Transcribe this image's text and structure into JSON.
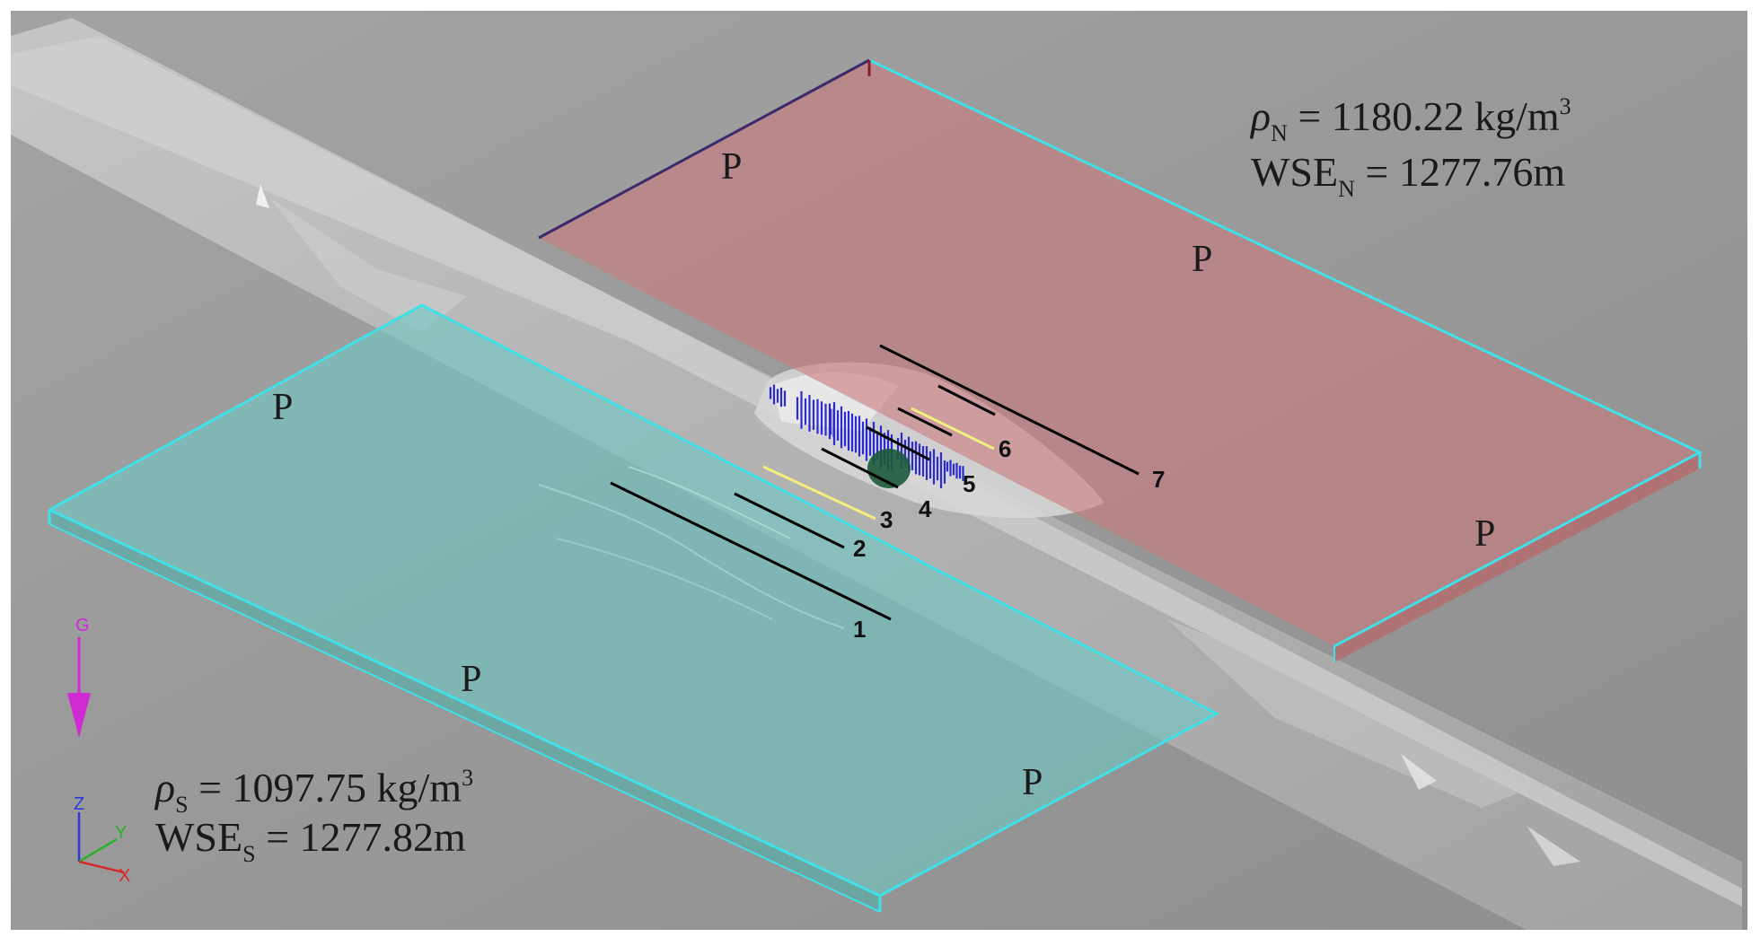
{
  "north_reservoir": {
    "density_symbol": "ρ",
    "density_subscript": "N",
    "density_value": " = 1180.22 kg/m",
    "density_superscript": "3",
    "wse_label": "WSE",
    "wse_subscript": "N",
    "wse_value": " = 1277.76m",
    "boundary_labels": [
      "P",
      "P",
      "P"
    ],
    "color": "#c97a7d"
  },
  "south_reservoir": {
    "density_symbol": "ρ",
    "density_subscript": "S",
    "density_value": " = 1097.75 kg/m",
    "density_superscript": "3",
    "wse_label": "WSE",
    "wse_subscript": "S",
    "wse_value": " = 1277.82m",
    "boundary_labels": [
      "P",
      "P",
      "P"
    ],
    "color": "#6fc6c2"
  },
  "cross_sections": [
    "1",
    "2",
    "3",
    "4",
    "5",
    "6",
    "7"
  ],
  "gravity_label": "G",
  "axis_triad": {
    "z": "Z",
    "y": "Y",
    "x": "X"
  },
  "colors": {
    "background": "#9a9a9a",
    "terrain": "#b8b8b8",
    "boundary_edge": "#40e0e8",
    "gravity": "#d22ad2",
    "probe": "#2b2bd0"
  }
}
